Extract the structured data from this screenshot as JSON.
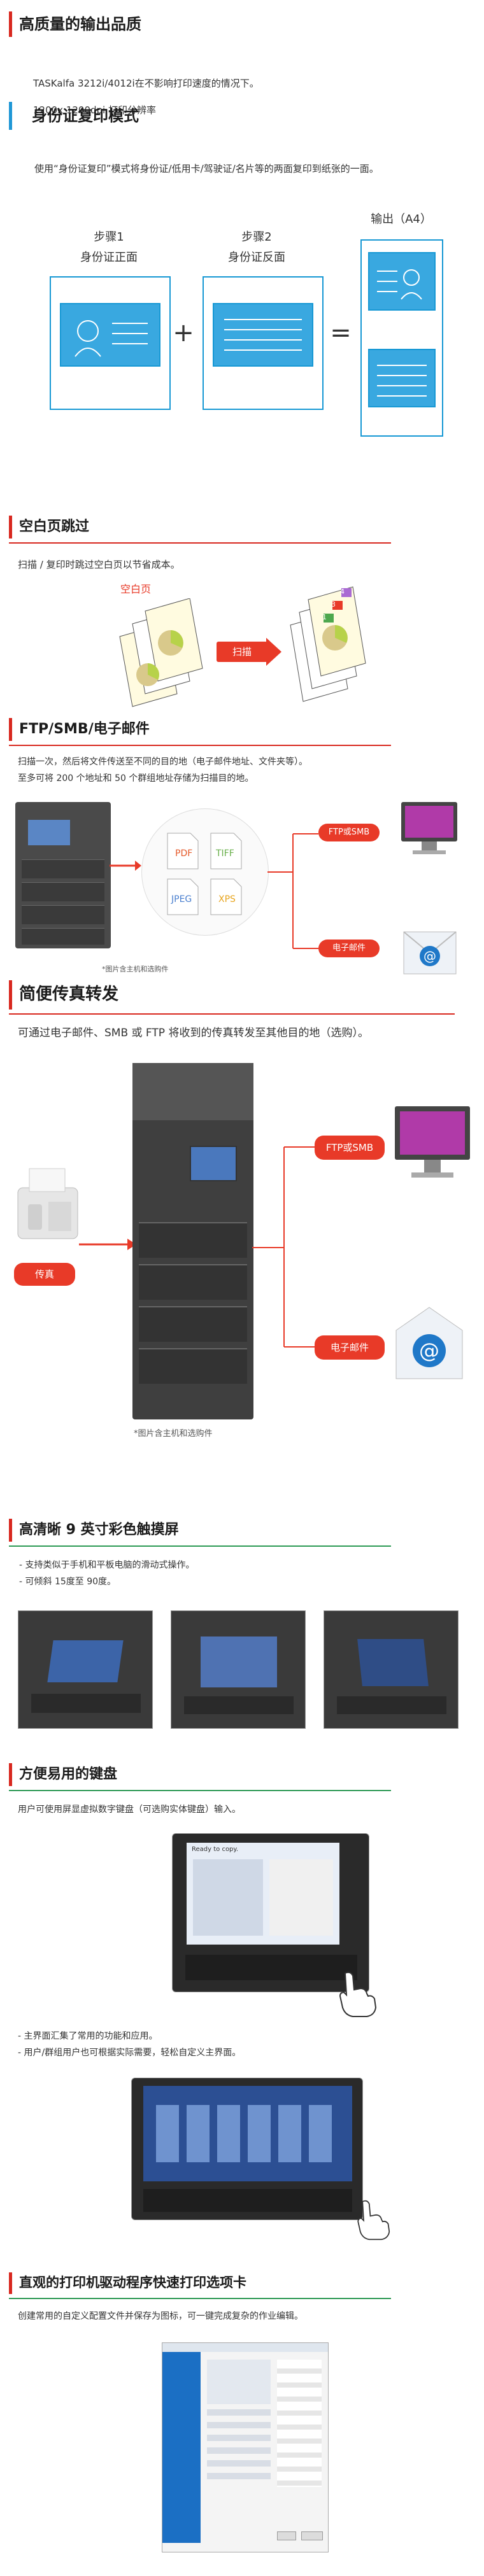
{
  "quality": {
    "title": "高质量的输出品质",
    "line1": "TASKalfa 3212i/4012i在不影响打印速度的情况下。",
    "line2": "1200x 1200dpi 打印分辨率"
  },
  "idcopy": {
    "title": "身份证复印模式",
    "desc": "使用“身份证复印”模式将身份证/低用卡/驾驶证/名片等的两面复印到纸张的一面。",
    "step1_title": "步骤1",
    "step1_sub": "身份证正面",
    "step2_title": "步骤2",
    "step2_sub": "身份证反面",
    "output_label": "输出（A4）",
    "plus": "+",
    "equals": "="
  },
  "blank": {
    "title": "空白页跳过",
    "desc": "扫描 / 复印时跳过空白页以节省成本。",
    "blank_label": "空白页",
    "scan_label": "扫描",
    "page_nums": [
      "1",
      "2",
      "3",
      "4"
    ]
  },
  "ftp": {
    "title": "FTP/SMB/电子邮件",
    "desc1": "扫描一次，然后将文件传送至不同的目的地（电子邮件地址、文件夹等）。",
    "desc2": "至多可将 200 个地址和 50 个群组地址存储为扫描目的地。",
    "file_types": [
      "PDF",
      "TIFF",
      "JPEG",
      "XPS"
    ],
    "tag_ftp": "FTP或SMB",
    "tag_mail": "电子邮件",
    "note": "*图片含主机和选购件"
  },
  "fax": {
    "title": "简便传真转发",
    "desc": "可通过电子邮件、SMB 或 FTP 将收到的传真转发至其他目的地（选购）。",
    "tag_fax": "传真",
    "tag_ftp": "FTP或SMB",
    "tag_mail": "电子邮件",
    "note": "*图片含主机和选购件"
  },
  "touch": {
    "title": "高清晰 9 英寸彩色触摸屏",
    "line1": "- 支持类似于手机和平板电脑的滑动式操作。",
    "line2": "- 可倾斜 15度至 90度。"
  },
  "keyboard": {
    "title": "方便易用的键盘",
    "desc": "用户可使用屏显虚拟数字键盘（可选购实体键盘）输入。",
    "screen_text": "Ready to copy."
  },
  "home": {
    "line1": "- 主界面汇集了常用的功能和应用。",
    "line2": "- 用户/群组用户也可根据实际需要，轻松自定义主界面。"
  },
  "driver": {
    "title": "直观的打印机驱动程序快速打印选项卡",
    "desc": "创建常用的自定义配置文件并保存为图标，可一键完成复杂的作业编辑。"
  },
  "colors": {
    "accent_red": "#d8281f",
    "accent_green": "#2e9a55",
    "card_blue": "#1798d4",
    "tag_red": "#e83a28"
  }
}
